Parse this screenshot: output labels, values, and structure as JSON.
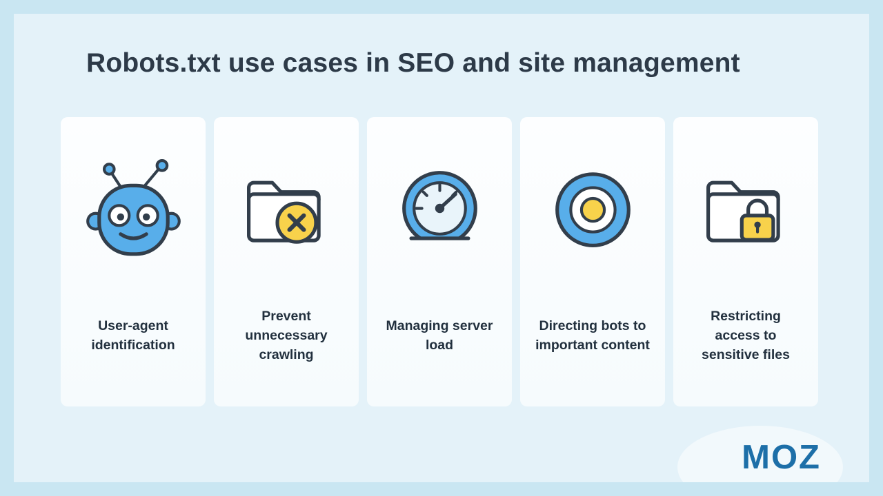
{
  "title": "Robots.txt use cases in SEO and site management",
  "cards": [
    {
      "label": "User-agent identification",
      "icon": "robot-icon"
    },
    {
      "label": "Prevent unnecessary crawling",
      "icon": "folder-block-icon"
    },
    {
      "label": "Managing server load",
      "icon": "gauge-icon"
    },
    {
      "label": "Directing bots to important content",
      "icon": "target-icon"
    },
    {
      "label": "Restricting access to sensitive files",
      "icon": "folder-lock-icon"
    }
  ],
  "logo": {
    "text": "MOZ"
  },
  "colors": {
    "bg-outer": "#c9e6f2",
    "bg-inner": "#e4f2f9",
    "card-bg": "#fdfeff",
    "title": "#2d3a48",
    "label": "#22303e",
    "outline": "#323e4b",
    "icon-blue": "#58aeea",
    "icon-yellow": "#f8d24b",
    "icon-pale": "#e9f4fa",
    "logo-blue": "#1d6fa8"
  }
}
